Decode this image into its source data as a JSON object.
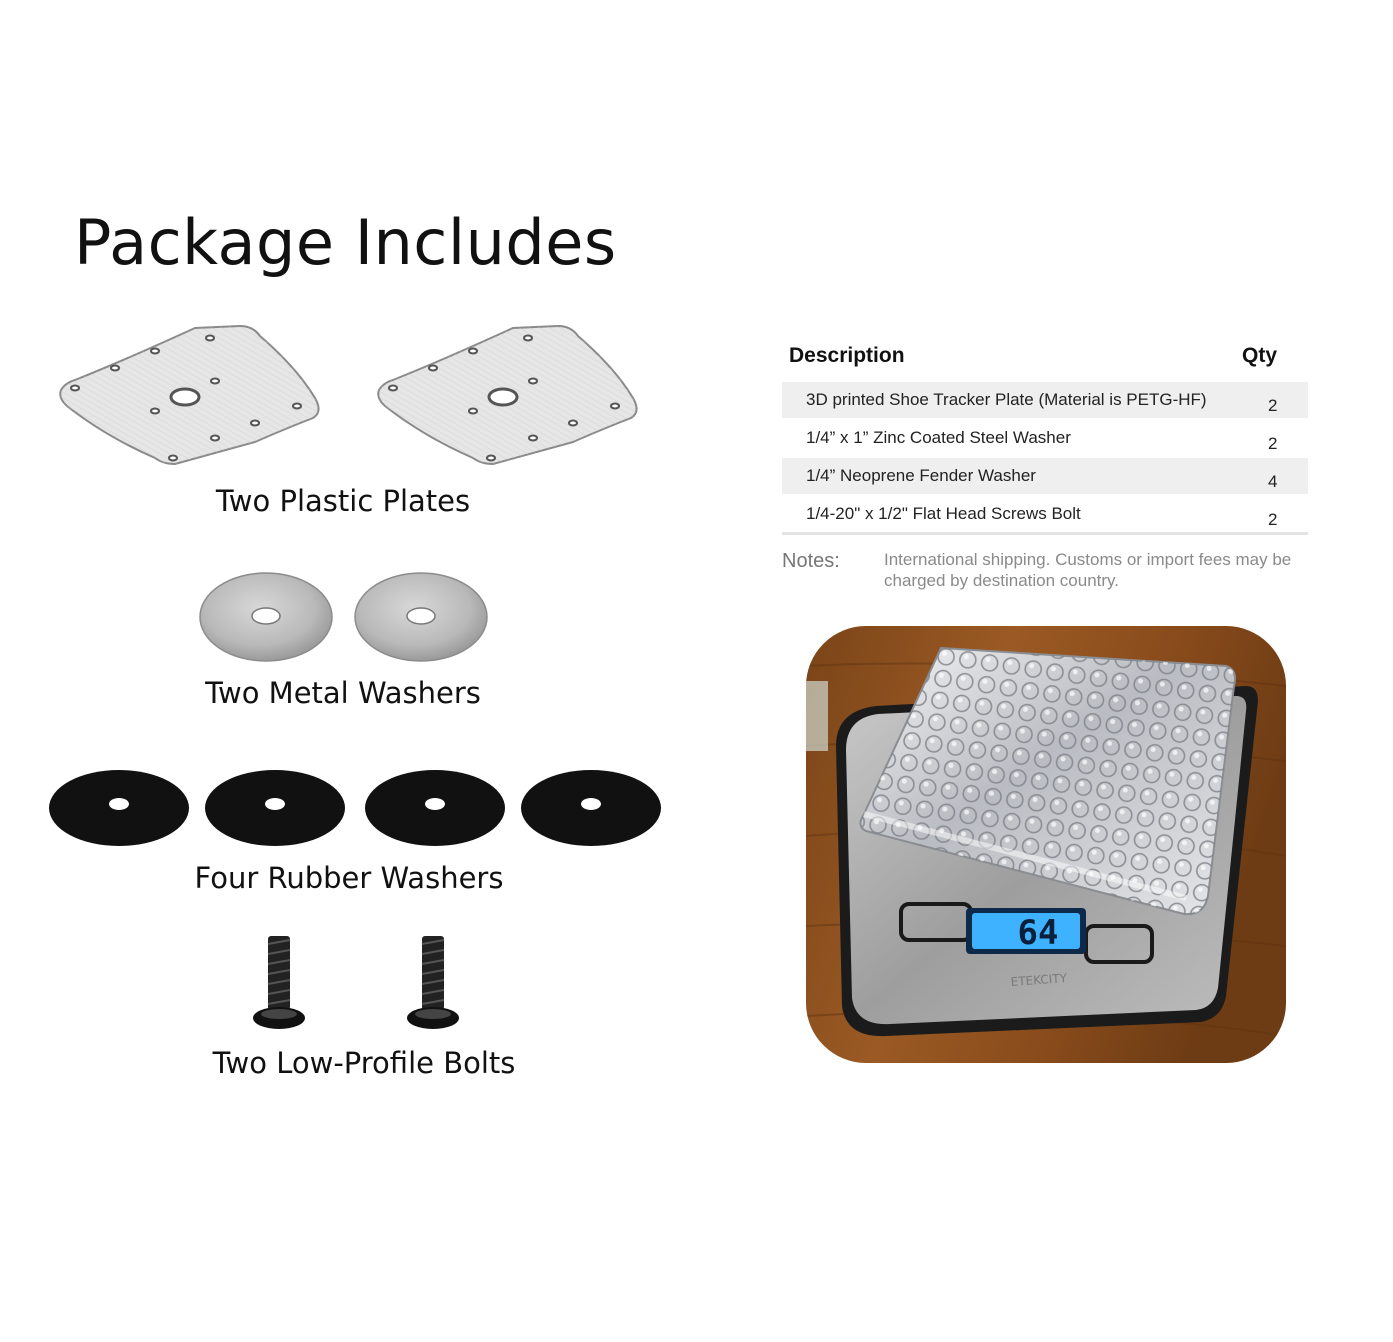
{
  "title": "Package Includes",
  "captions": {
    "plates": "Two Plastic Plates",
    "metal_washers": "Two Metal Washers",
    "rubber_washers": "Four Rubber Washers",
    "bolts": "Two Low-Profile Bolts"
  },
  "table": {
    "headers": {
      "description": "Description",
      "qty": "Qty"
    },
    "rows": [
      {
        "description": "3D printed Shoe Tracker Plate (Material is PETG-HF)",
        "qty": "2"
      },
      {
        "description": "1/4” x 1” Zinc Coated Steel Washer",
        "qty": "2"
      },
      {
        "description": "1/4” Neoprene Fender Washer",
        "qty": "4"
      },
      {
        "description": "1/4-20\" x 1/2\" Flat Head Screws Bolt",
        "qty": "2"
      }
    ]
  },
  "notes": {
    "label": "Notes:",
    "text": "International shipping. Customs or import fees may be charged by destination country."
  },
  "photo": {
    "scale_reading": "64",
    "scale_brand": "ETEKCITY"
  }
}
